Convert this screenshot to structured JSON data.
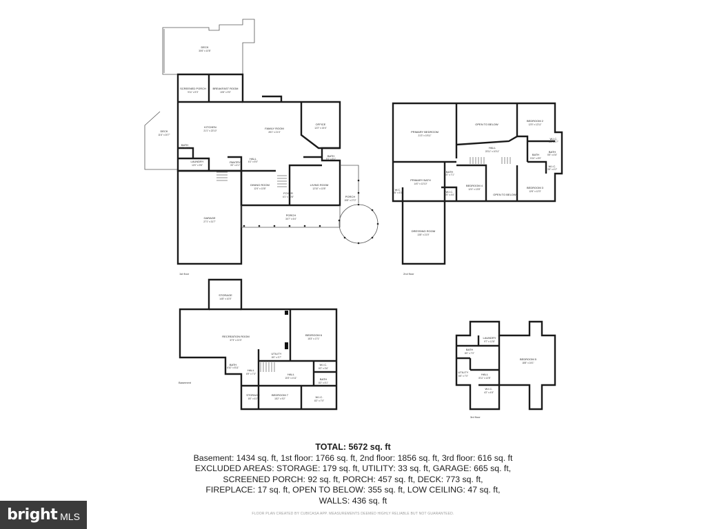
{
  "floors": [
    {
      "label": "1st floor",
      "rooms": [
        {
          "id": "deck-top",
          "name": "DECK",
          "dim": "30'6\" x 10'8\""
        },
        {
          "id": "screened-porch",
          "name": "SCREENED PORCH",
          "dim": "9'11\" x 9'3\""
        },
        {
          "id": "breakfast-room",
          "name": "BREAKFAST ROOM",
          "dim": "10'8\" x 9'0\""
        },
        {
          "id": "deck-left",
          "name": "DECK",
          "dim": "11'6\" x 20'7\""
        },
        {
          "id": "kitchen",
          "name": "KITCHEN",
          "dim": "21'1\" x 22'10\""
        },
        {
          "id": "family-room",
          "name": "FAMILY ROOM",
          "dim": "28'1\" x 21'4\""
        },
        {
          "id": "office",
          "name": "OFFICE",
          "dim": "12'2\" x 15'4\""
        },
        {
          "id": "bath-1a",
          "name": "BATH",
          "dim": "5'4\" x 4'1\""
        },
        {
          "id": "laundry-1",
          "name": "LAUNDRY",
          "dim": "12'0\" x 9'6\""
        },
        {
          "id": "pantry",
          "name": "PANTRY",
          "dim": "3'0\" x 4'1\""
        },
        {
          "id": "hall-1",
          "name": "HALL",
          "dim": "6'1\" x 5'0\""
        },
        {
          "id": "bath-1b",
          "name": "BATH",
          "dim": "5'1\" x 5'1\""
        },
        {
          "id": "dining-room",
          "name": "DINING ROOM",
          "dim": "12'4\" x 13'8\""
        },
        {
          "id": "foyer",
          "name": "FOYER",
          "dim": "6'1\" x 10'8\""
        },
        {
          "id": "living-room",
          "name": "LIVING ROOM",
          "dim": "12'10\" x 13'8\""
        },
        {
          "id": "porch-round",
          "name": "PORCH",
          "dim": "15'8\" x 27'2\""
        },
        {
          "id": "porch-front",
          "name": "PORCH",
          "dim": "34'7\" x 6'4\""
        },
        {
          "id": "garage",
          "name": "GARAGE",
          "dim": "27'1\" x 31'7\""
        }
      ]
    },
    {
      "label": "2nd floor",
      "rooms": [
        {
          "id": "primary-bedroom",
          "name": "PRIMARY BEDROOM",
          "dim": "21'3\" x 19'11\""
        },
        {
          "id": "open-to-below-a",
          "name": "OPEN TO BELOW",
          "dim": ""
        },
        {
          "id": "bedroom-2",
          "name": "BEDROOM 2",
          "dim": "12'5\" x 12'11\""
        },
        {
          "id": "wic-2a",
          "name": "W.I.C.",
          "dim": "5'5\" x 2'7\""
        },
        {
          "id": "hall-2",
          "name": "HALL",
          "dim": "23'11\" x 10'11\""
        },
        {
          "id": "bath-2a",
          "name": "BATH",
          "dim": "5'10\" x 8'9\""
        },
        {
          "id": "bath-2b",
          "name": "BATH",
          "dim": "5'5\" x 4'6\""
        },
        {
          "id": "wic-2b",
          "name": "W.I.C.",
          "dim": "3'8\" x 4'2\""
        },
        {
          "id": "primary-bath",
          "name": "PRIMARY BATH",
          "dim": "14'0\" x 12'10\""
        },
        {
          "id": "bath-2c",
          "name": "BATH",
          "dim": "4'0\" x 7'1\""
        },
        {
          "id": "wic-2c",
          "name": "W.I.C.",
          "dim": "4'5\" x 4'6\""
        },
        {
          "id": "wc",
          "name": "W.C.",
          "dim": "3'6\" x 5'3\""
        },
        {
          "id": "bedroom-4",
          "name": "BEDROOM 4",
          "dim": "12'4\" x 13'8\""
        },
        {
          "id": "open-to-below-b",
          "name": "OPEN TO BELOW",
          "dim": ""
        },
        {
          "id": "bedroom-3",
          "name": "BEDROOM 3",
          "dim": "12'6\" x 12'3\""
        },
        {
          "id": "dressing-room",
          "name": "DRESSING ROOM",
          "dim": "13'8\" x 21'0\""
        }
      ]
    },
    {
      "label": "Basement",
      "rooms": [
        {
          "id": "storage-b1",
          "name": "STORAGE",
          "dim": "14'8\" x 10'0\""
        },
        {
          "id": "recreation-room",
          "name": "RECREATION ROOM",
          "dim": "37'3\" x 21'3\""
        },
        {
          "id": "bedroom-6",
          "name": "BEDROOM 6",
          "dim": "15'3\" x 17'1\""
        },
        {
          "id": "utility",
          "name": "UTILITY",
          "dim": "8'0\" x 3'7\""
        },
        {
          "id": "bath-b1",
          "name": "BATH",
          "dim": "6'10\" x 8'11\""
        },
        {
          "id": "wic-b1",
          "name": "W.I.C.",
          "dim": "8'2\" x 3'6\""
        },
        {
          "id": "hall-b1",
          "name": "HALL",
          "dim": "6'9\" x 7'3\""
        },
        {
          "id": "hall-b2",
          "name": "HALL",
          "dim": "15'3\" x 4'11\""
        },
        {
          "id": "bath-b2",
          "name": "BATH",
          "dim": "8'2\" x 5'1\""
        },
        {
          "id": "storage-b2",
          "name": "STORAGE",
          "dim": "8'0\" x 6'2\""
        },
        {
          "id": "bedroom-7",
          "name": "BEDROOM 7",
          "dim": "15'2\" x 9'2\""
        },
        {
          "id": "wic-b2",
          "name": "W.I.C.",
          "dim": "8'2\" x 7'0\""
        }
      ]
    },
    {
      "label": "3rd floor",
      "rooms": [
        {
          "id": "laundry-3",
          "name": "LAUNDRY",
          "dim": "9'7\" x 12'8\""
        },
        {
          "id": "bath-3",
          "name": "BATH",
          "dim": "8'0\" x 7'0\""
        },
        {
          "id": "bedroom-5",
          "name": "BEDROOM 5",
          "dim": "18'8\" x 24'1\""
        },
        {
          "id": "utility-3",
          "name": "UTILITY",
          "dim": "6'6\" x 7'0\""
        },
        {
          "id": "hall-3",
          "name": "HALL",
          "dim": "8'11\" x 12'8\""
        },
        {
          "id": "wic-3",
          "name": "W.I.C.",
          "dim": "4'2\" x 4'8\""
        }
      ]
    }
  ],
  "summary": {
    "total": "TOTAL: 5672 sq. ft",
    "line1": "Basement: 1434 sq. ft, 1st floor: 1766 sq. ft, 2nd floor: 1856 sq. ft, 3rd floor: 616 sq. ft",
    "line2": "EXCLUDED AREAS: STORAGE: 179 sq. ft, UTILITY: 33 sq. ft, GARAGE: 665 sq. ft,",
    "line3": "SCREENED PORCH: 92 sq. ft, PORCH: 457 sq. ft, DECK: 773 sq. ft,",
    "line4": "FIREPLACE: 17 sq. ft, OPEN TO BELOW: 355 sq. ft, LOW CEILING: 47 sq. ft,",
    "line5": "WALLS: 436 sq. ft"
  },
  "footer": "FLOOR PLAN CREATED BY CUBICASA APP. MEASUREMENTS DEEMED HIGHLY RELIABLE BUT NOT GUARANTEED.",
  "logo": {
    "text": "bright",
    "suffix": "MLS"
  }
}
